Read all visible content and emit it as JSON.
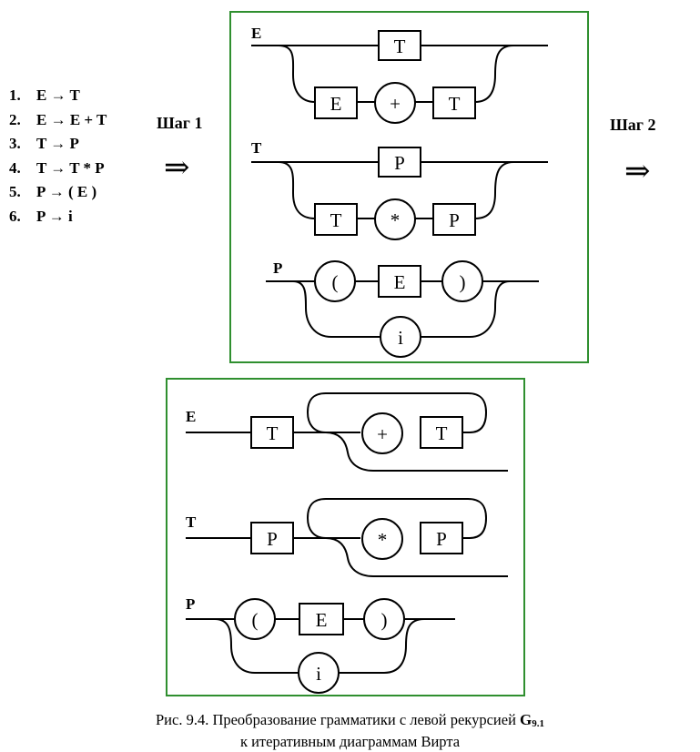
{
  "grammar_rules": [
    {
      "num": "1.",
      "text": "E → T"
    },
    {
      "num": "2.",
      "text": "E → E + T"
    },
    {
      "num": "3.",
      "text": "T → P"
    },
    {
      "num": "4.",
      "text": "T → T * P"
    },
    {
      "num": "5.",
      "text": "P → ( E )"
    },
    {
      "num": "6.",
      "text": "P → i"
    }
  ],
  "step1": {
    "label": "Шаг 1",
    "arrow": "⇒"
  },
  "step2": {
    "label": "Шаг 2",
    "arrow": "⇒"
  },
  "panel_top": {
    "diagrams": [
      {
        "nonterminal": "E",
        "upper": [
          "T"
        ],
        "lower": [
          "E",
          "+",
          "T"
        ]
      },
      {
        "nonterminal": "T",
        "upper": [
          "P"
        ],
        "lower": [
          "T",
          "*",
          "P"
        ]
      },
      {
        "nonterminal": "P",
        "upper": [
          "(",
          "E",
          ")"
        ],
        "lower": [
          "i"
        ]
      }
    ]
  },
  "panel_bottom": {
    "diagrams": [
      {
        "nonterminal": "E",
        "head": "T",
        "loop": [
          "+",
          "T"
        ]
      },
      {
        "nonterminal": "T",
        "head": "P",
        "loop": [
          "*",
          "P"
        ]
      },
      {
        "nonterminal": "P",
        "upper": [
          "(",
          "E",
          ")"
        ],
        "lower": [
          "i"
        ]
      }
    ]
  },
  "caption": {
    "line1_prefix": "Рис. 9.4. Преобразование грамматики с левой рекурсией",
    "grammar_name": "G",
    "grammar_index": "9.1",
    "line2": "к итеративным диаграммам Вирта"
  }
}
